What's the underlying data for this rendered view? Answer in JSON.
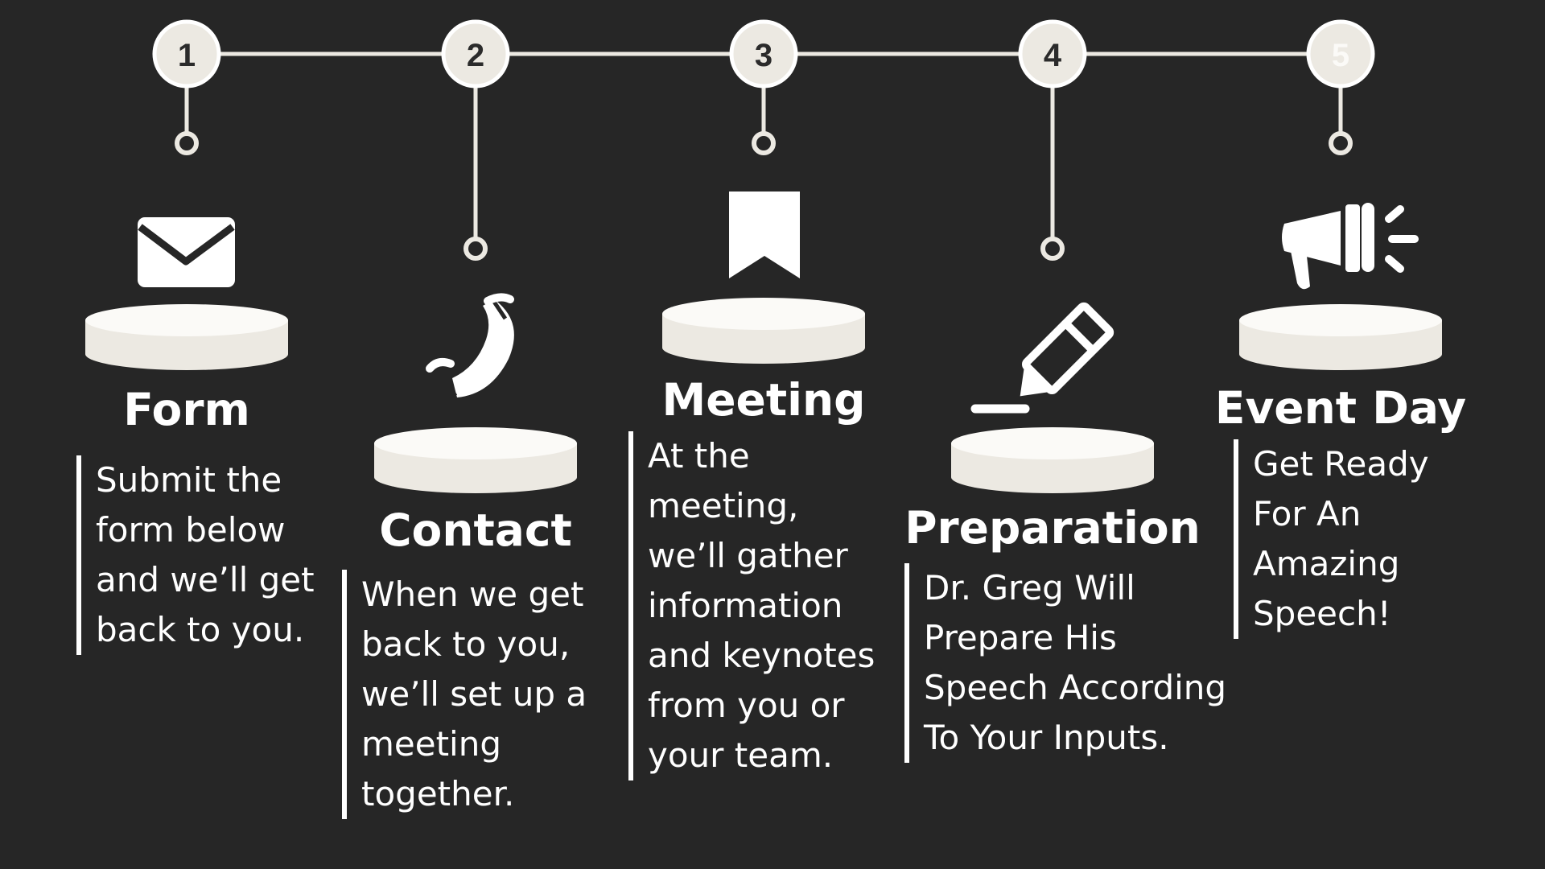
{
  "colors": {
    "background": "#262626",
    "foreground": "#ffffff",
    "accent_cream": "#ECE9E2",
    "number_text": "#2B2B2B"
  },
  "steps": [
    {
      "number": "1",
      "title": "Form",
      "icon": "envelope-icon",
      "description": "Submit the form below and we’ll get back to you."
    },
    {
      "number": "2",
      "title": "Contact",
      "icon": "phone-icon",
      "description": "When we get back to you, we’ll set up a meeting together."
    },
    {
      "number": "3",
      "title": "Meeting",
      "icon": "bookmark-icon",
      "description": "At the meeting, we’ll gather information and keynotes from you or your team."
    },
    {
      "number": "4",
      "title": "Preparation",
      "icon": "pencil-icon",
      "description": "Dr. Greg Will Prepare His Speech According To Your Inputs."
    },
    {
      "number": "5",
      "title": "Event Day",
      "icon": "megaphone-icon",
      "description": "Get Ready For An Amazing Speech!"
    }
  ]
}
